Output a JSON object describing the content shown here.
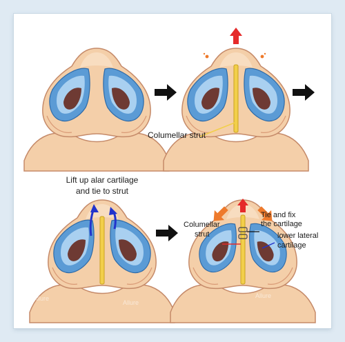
{
  "watermark": "Allure",
  "colors": {
    "skin": "#f4cfa9",
    "skin_dark": "#e0a783",
    "outline": "#c58a69",
    "cartilage_blue": "#5b9bd5",
    "cartilage_light": "#a9d0f0",
    "nostril": "#6e3a33",
    "strut": "#f2cf4a",
    "arrow_red": "#e52a2a",
    "arrow_orange": "#ee7a2c",
    "arrow_blue": "#2233cc",
    "arrow_black": "#111111"
  },
  "panels": {
    "step1": {},
    "step2": {
      "label": "Columellar strut"
    },
    "step3": {
      "label_line1": "Lift up alar cartilage",
      "label_line2": "and tie to strut"
    },
    "step4": {
      "label_strut_line1": "Columellar",
      "label_strut_line2": "strut",
      "label_tie_line1": "Tie and fix",
      "label_tie_line2": "the cartilage",
      "label_llc_line1": "lower lateral",
      "label_llc_line2": "cartilage"
    }
  }
}
